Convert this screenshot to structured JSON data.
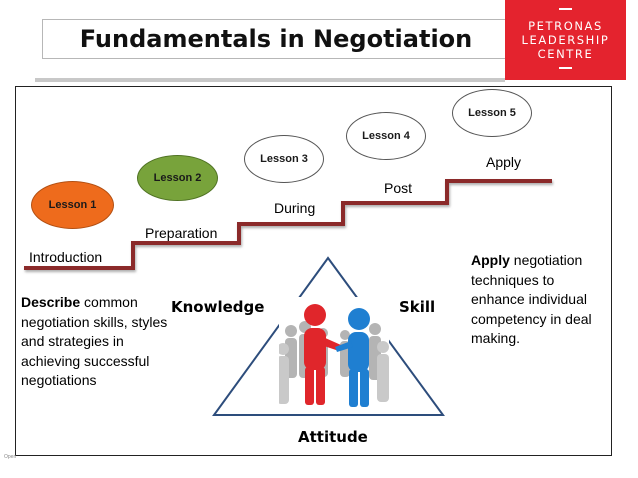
{
  "title": "Fundamentals in Negotiation",
  "logo": {
    "line1": "PETRONAS",
    "line2": "LEADERSHIP",
    "line3": "CENTRE",
    "color": "#e4232e"
  },
  "lessons": [
    {
      "label": "Lesson 1",
      "stage": "Introduction",
      "fill": "#ee6b1c"
    },
    {
      "label": "Lesson 2",
      "stage": "Preparation",
      "fill": "#78a33b"
    },
    {
      "label": "Lesson 3",
      "stage": "During",
      "fill": "#ffffff"
    },
    {
      "label": "Lesson 4",
      "stage": "Post",
      "fill": "#ffffff"
    },
    {
      "label": "Lesson 5",
      "stage": "Apply",
      "fill": "#ffffff"
    }
  ],
  "stair_color": "#8b2a2a",
  "left_text": {
    "bold": "Describe",
    "rest": " common negotiation skills, styles and strategies in achieving successful negotiations"
  },
  "right_text": {
    "bold": "Apply",
    "rest": " negotiation techniques to enhance individual competency in deal making."
  },
  "triangle": {
    "left": "Knowledge",
    "right": "Skill",
    "bottom": "Attitude"
  },
  "footer": "Open"
}
